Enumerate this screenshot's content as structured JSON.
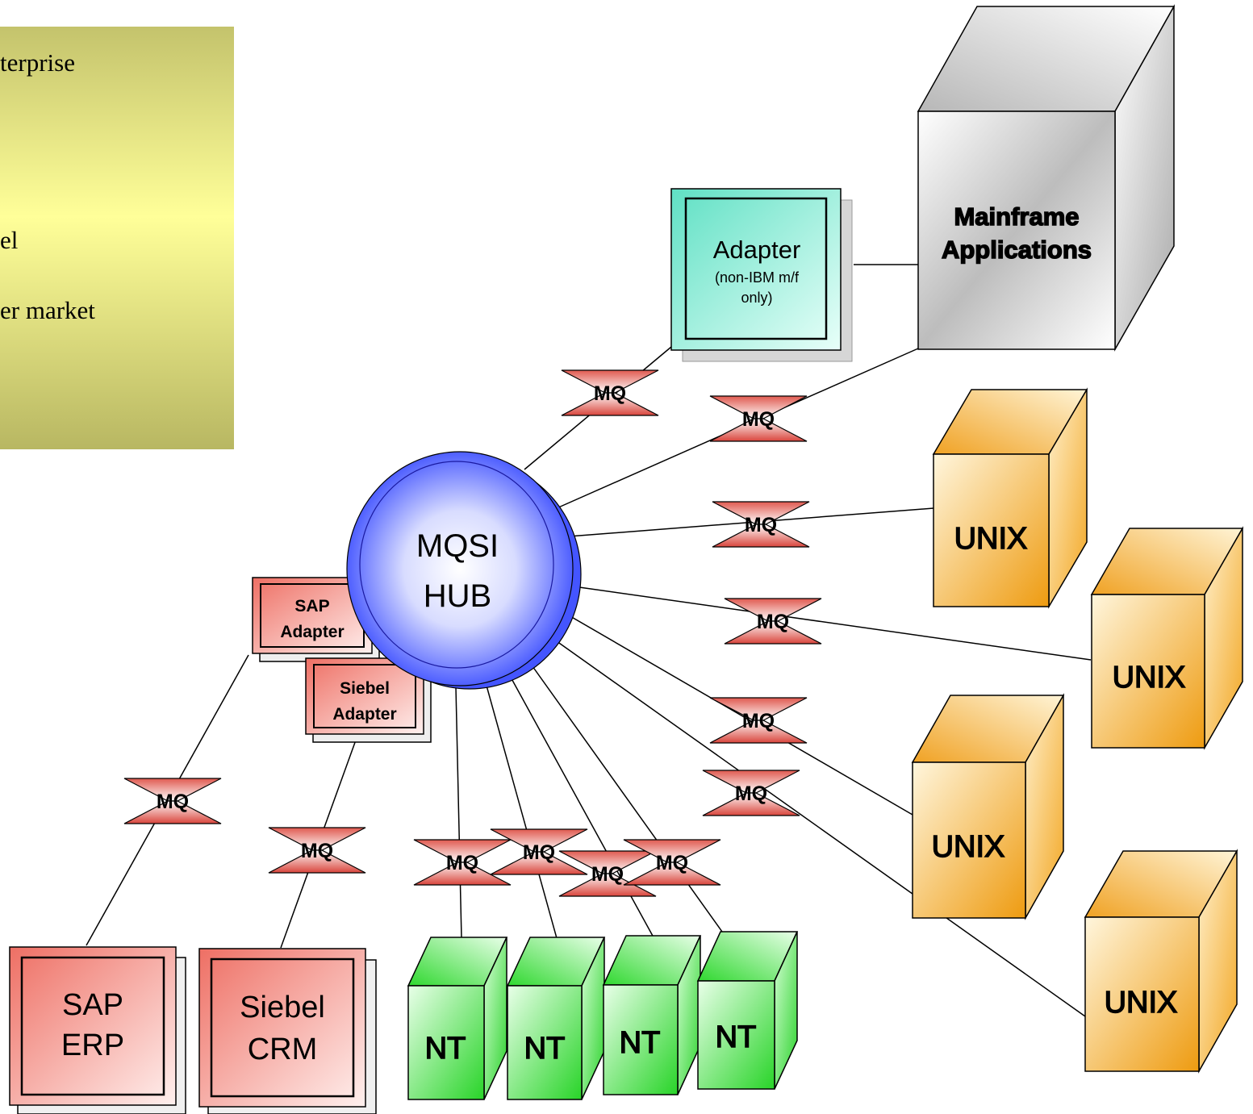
{
  "note": {
    "lines": [
      "terprise",
      "el",
      "er market"
    ]
  },
  "hub": {
    "line1": "MQSI",
    "line2": "HUB"
  },
  "mainframe": {
    "line1": "Mainframe",
    "line2": "Applications"
  },
  "adapter": {
    "title": "Adapter",
    "sub1": "(non-IBM m/f",
    "sub2": "only)"
  },
  "sap_adapter": {
    "line1": "SAP",
    "line2": "Adapter"
  },
  "siebel_adapter": {
    "line1": "Siebel",
    "line2": "Adapter"
  },
  "sap_erp": {
    "line1": "SAP",
    "line2": "ERP"
  },
  "siebel_crm": {
    "line1": "Siebel",
    "line2": "CRM"
  },
  "unix": {
    "label": "UNIX"
  },
  "nt": {
    "label": "NT"
  },
  "mq": {
    "label": "MQ"
  },
  "colors": {
    "note_bg_top": "#c9c873",
    "note_bg_mid": "#ffff99",
    "hub_blue": "#2b3cff",
    "mq_red": "#d9544a",
    "adapter_teal": "#99f0dd",
    "sap_red": "#f08a80",
    "unix_orange": "#f0a830",
    "nt_green": "#33dd33",
    "mainframe_gray": "#c8c8c8"
  }
}
